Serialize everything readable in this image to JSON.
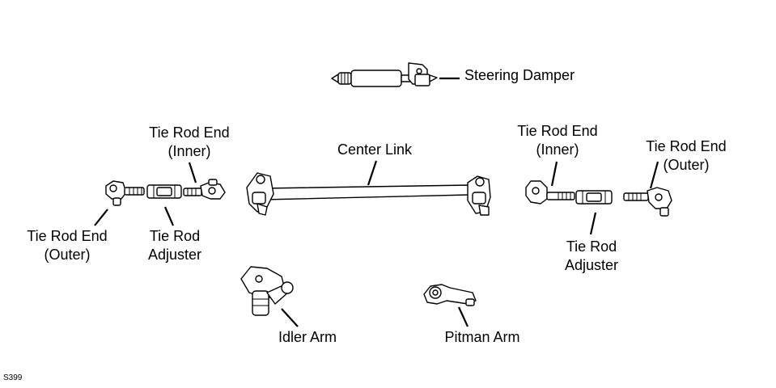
{
  "labels": {
    "steering_damper": "Steering Damper",
    "center_link": "Center Link",
    "left_tie_rod_end_inner": [
      "Tie Rod End",
      "(Inner)"
    ],
    "left_tie_rod_end_outer": [
      "Tie Rod End",
      "(Outer)"
    ],
    "left_tie_rod_adjuster": [
      "Tie Rod",
      "Adjuster"
    ],
    "right_tie_rod_end_inner": [
      "Tie Rod End",
      "(Inner)"
    ],
    "right_tie_rod_end_outer": [
      "Tie Rod End",
      "(Outer)"
    ],
    "right_tie_rod_adjuster": [
      "Tie Rod",
      "Adjuster"
    ],
    "idler_arm": "Idler Arm",
    "pitman_arm": "Pitman Arm"
  },
  "figure_code": "S399",
  "colors": {
    "line": "#000000",
    "background": "#ffffff"
  }
}
